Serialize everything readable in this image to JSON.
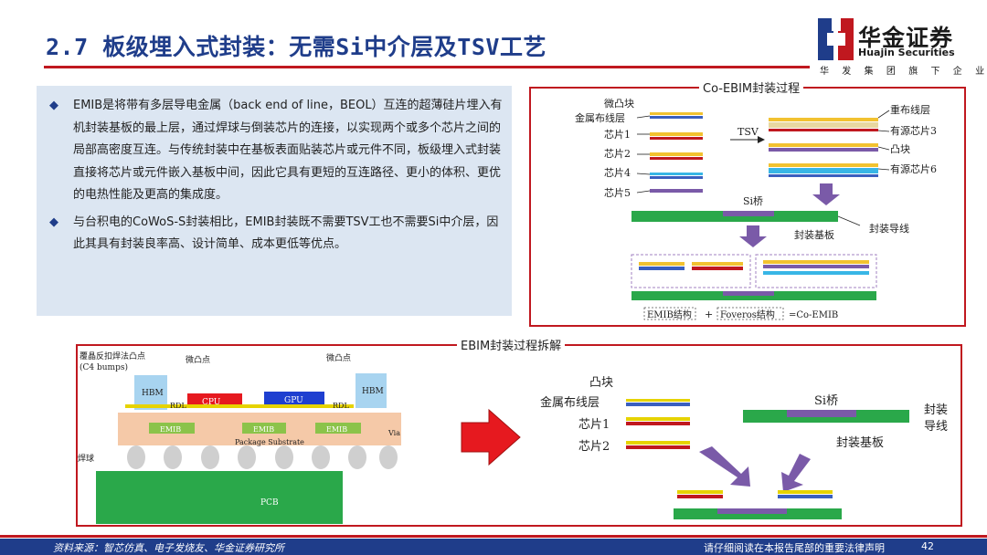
{
  "header": {
    "title": "2.7 板级埋入式封装：无需Si中介层及TSV工艺",
    "logo_zh": "华金证券",
    "logo_en": "Huajin Securities",
    "logo_slogan": "华发集团旗下企业"
  },
  "body": {
    "bullets": [
      "EMIB是将带有多层导电金属（back end of line，BEOL）互连的超薄硅片埋入有机封装基板的最上层，通过焊球与倒装芯片的连接，以实现两个或多个芯片之间的局部高密度互连。与传统封装中在基板表面贴装芯片或元件不同，板级埋入式封装直接将芯片或元件嵌入基板中间，因此它具有更短的互连路径、更小的体积、更优的电热性能及更高的集成度。",
      "与台积电的CoWoS-S封装相比，EMIB封装既不需要TSV工也不需要Si中介层，因此其具有封装良率高、设计简单、成本更低等优点。"
    ]
  },
  "co_ebim": {
    "title": "Co-EBIM封装过程",
    "left_labels": [
      "微凸块",
      "金属布线层",
      "芯片1",
      "芯片2",
      "芯片4",
      "芯片5"
    ],
    "tsv": "TSV",
    "right_labels": [
      "重布线层",
      "有源芯片3",
      "凸块",
      "有源芯片6"
    ],
    "si_bridge": "Si桥",
    "substrate": "封装基板",
    "wire": "封装导线",
    "formula_emib": "EMIB结构",
    "formula_plus": "+",
    "formula_foveros": "Foveros结构",
    "formula_result": "=Co-EMIB"
  },
  "emib_breakdown": {
    "title": "EBIM封装过程拆解",
    "c4_line1": "覆晶反扣焊法凸点",
    "c4_line2": "(C4 bumps)",
    "microbump_left": "微凸点",
    "microbump_right": "微凸点",
    "hbm_left": "HBM",
    "hbm_right": "HBM",
    "cpu": "CPU",
    "gpu": "GPU",
    "rdl_left": "RDL",
    "rdl_right": "RDL",
    "emib_1": "EMIB",
    "emib_2": "EMIB",
    "emib_3": "EMIB",
    "via": "Via",
    "package_substrate": "Package Substrate",
    "solder_ball": "焊球",
    "pcb": "PCB",
    "right_labels": [
      "凸块",
      "金属布线层",
      "芯片1",
      "芯片2"
    ],
    "si_bridge": "Si桥",
    "substrate": "封装基板",
    "wire_line1": "封装",
    "wire_line2": "导线"
  },
  "footer": {
    "source": "资料来源：智芯仿真、电子发烧友、华金证券研究所",
    "disclaimer": "请仔细阅读在本报告尾部的重要法律声明",
    "page": "42"
  },
  "colors": {
    "brand_blue": "#1f3d8a",
    "brand_red": "#c0181f",
    "textbox_bg": "#dce6f2",
    "substrate_green": "#2aa84a",
    "chip_yellow": "#f2c230",
    "chip_purple": "#7a5aa8"
  }
}
